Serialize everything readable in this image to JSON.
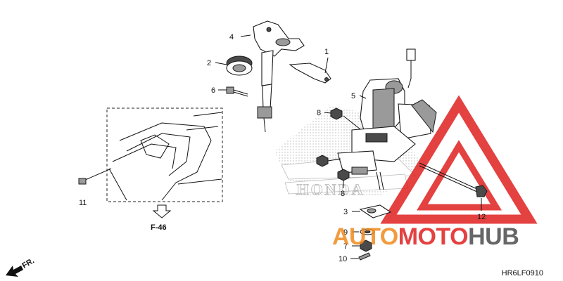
{
  "callouts": [
    {
      "id": "1",
      "label": "1"
    },
    {
      "id": "2",
      "label": "2"
    },
    {
      "id": "3",
      "label": "3"
    },
    {
      "id": "4",
      "label": "4"
    },
    {
      "id": "5",
      "label": "5"
    },
    {
      "id": "6",
      "label": "6"
    },
    {
      "id": "7",
      "label": "7"
    },
    {
      "id": "8a",
      "label": "8"
    },
    {
      "id": "8b",
      "label": "8"
    },
    {
      "id": "9",
      "label": "9"
    },
    {
      "id": "10",
      "label": "10"
    },
    {
      "id": "11",
      "label": "11"
    },
    {
      "id": "12",
      "label": "12"
    }
  ],
  "reference": {
    "label": "F-46"
  },
  "direction": {
    "label": "FR."
  },
  "watermark_text": "HONDA",
  "diagram_code": "HR6LF0910",
  "logo": {
    "part1": "AUTO",
    "part2": "MOTO",
    "part3": "HUB",
    "color_red": "#e02020",
    "color_orange": "#f08a1c",
    "color_gray": "#666666"
  }
}
